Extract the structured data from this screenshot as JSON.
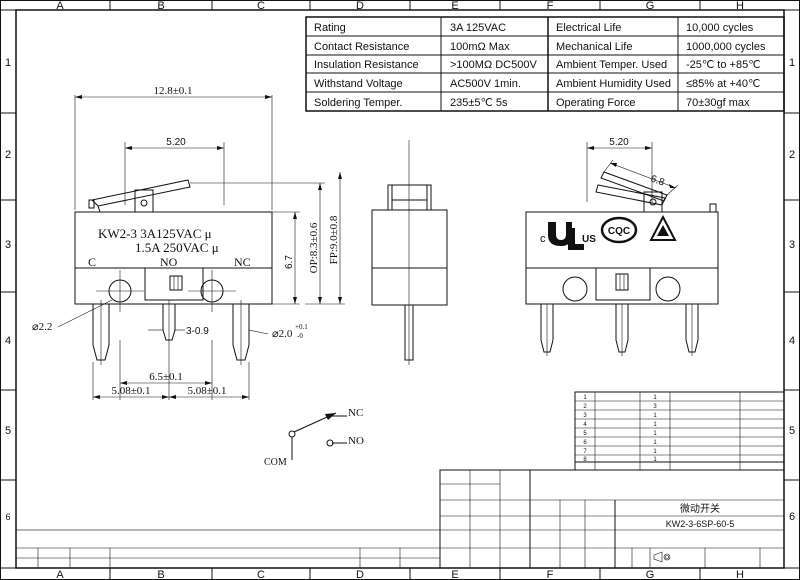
{
  "grid": {
    "columns": [
      "A",
      "B",
      "C",
      "D",
      "E",
      "F",
      "G",
      "H"
    ],
    "rows": [
      "1",
      "2",
      "3",
      "4",
      "5",
      "6"
    ]
  },
  "spec_table": [
    {
      "left_label": "Rating",
      "left_value": "3A  125VAC",
      "right_label": "Electrical Life",
      "right_value": "10,000 cycles"
    },
    {
      "left_label": "Contact Resistance",
      "left_value": "100mΩ  Max",
      "right_label": "Mechanical Life",
      "right_value": "1000,000 cycles"
    },
    {
      "left_label": "Insulation Resistance",
      "left_value": ">100MΩ DC500V",
      "right_label": "Ambient Temper. Used",
      "right_value": "-25℃ to +85℃"
    },
    {
      "left_label": "Withstand Voltage",
      "left_value": "AC500V  1min.",
      "right_label": "Ambient Humidity Used",
      "right_value": "≤85% at +40℃"
    },
    {
      "left_label": "Soldering Temper.",
      "left_value": "235±5℃ 5s",
      "right_label": "Operating Force",
      "right_value": "70±30gf max"
    }
  ],
  "front_view": {
    "width_dim": "12.8±0.1",
    "pitch_dim": "5.20",
    "marking_line1": "KW2-3  3A125VAC  μ",
    "marking_line2": "1.5A  250VAC  μ",
    "term_c": "C",
    "term_no": "NO",
    "term_nc": "NC",
    "height_dim": "6.7",
    "op_dim": "OP:8.3±0.6",
    "fp_dim": "FP:9.0±0.8",
    "hole_dim": "2.2",
    "pin_dim": "3-0.9",
    "pin_len_dim": "2.0",
    "pin_tol": "+0.1",
    "pin_tol2": "-0",
    "span_dim": "6.5±0.1",
    "left_pitch": "5.08±0.1",
    "right_pitch": "5.08±0.1"
  },
  "rear_view": {
    "pitch_dim": "5.20",
    "lever_dim": "6.8",
    "cert_c": "c",
    "cert_us": "US",
    "cert_ccc": "CQC"
  },
  "schematic": {
    "nc": "NC",
    "no": "NO",
    "com": "COM"
  },
  "bom": {
    "rows": [
      {
        "no": "1",
        "qty": "1"
      },
      {
        "no": "2",
        "qty": "3"
      },
      {
        "no": "3",
        "qty": "1"
      },
      {
        "no": "4",
        "qty": "1"
      },
      {
        "no": "5",
        "qty": "1"
      },
      {
        "no": "6",
        "qty": "1"
      },
      {
        "no": "7",
        "qty": "1"
      },
      {
        "no": "8",
        "qty": "1"
      }
    ]
  },
  "title_block": {
    "part_name": "微动开关",
    "part_no": "KW2-3-6SP-60-5"
  }
}
